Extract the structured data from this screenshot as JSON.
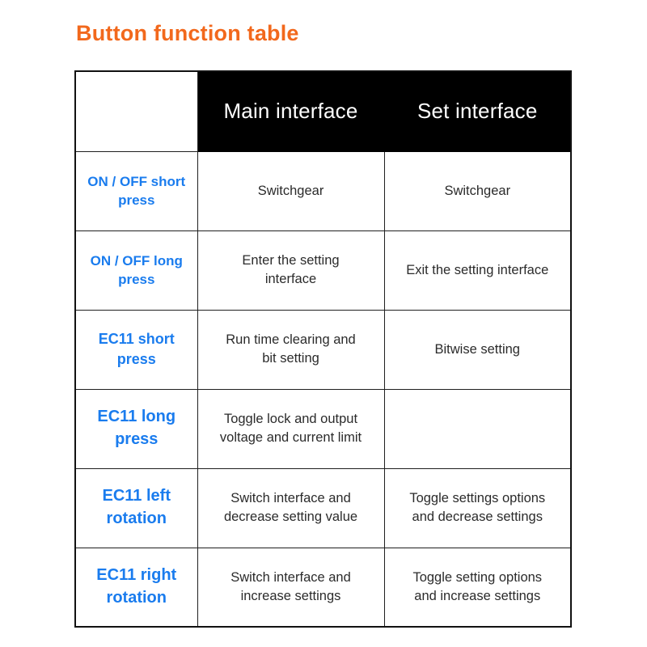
{
  "title": "Button function table",
  "colors": {
    "title_orange": "#f2681c",
    "label_blue": "#1a7cee",
    "header_bg": "#000000",
    "header_text": "#ffffff",
    "body_text": "#2b2b2b",
    "border": "#1f1f1f",
    "background": "#ffffff"
  },
  "table": {
    "header": {
      "corner": "",
      "main": "Main interface",
      "set": "Set interface"
    },
    "rows": [
      {
        "label": "ON / OFF short\npress",
        "main": "Switchgear",
        "set": "Switchgear"
      },
      {
        "label": "ON / OFF long\npress",
        "main": "Enter the setting\ninterface",
        "set": "Exit the setting interface"
      },
      {
        "label": "EC11 short\npress",
        "main": "Run time clearing and\nbit setting",
        "set": "Bitwise setting"
      },
      {
        "label": "EC11 long\npress",
        "main": "Toggle lock and output\nvoltage and current limit",
        "set": ""
      },
      {
        "label": "EC11 left\nrotation",
        "main": "Switch interface and\ndecrease setting value",
        "set": "Toggle settings options\nand decrease settings"
      },
      {
        "label": "EC11 right\nrotation",
        "main": "Switch interface and\nincrease settings",
        "set": "Toggle setting options\nand increase settings"
      }
    ]
  }
}
